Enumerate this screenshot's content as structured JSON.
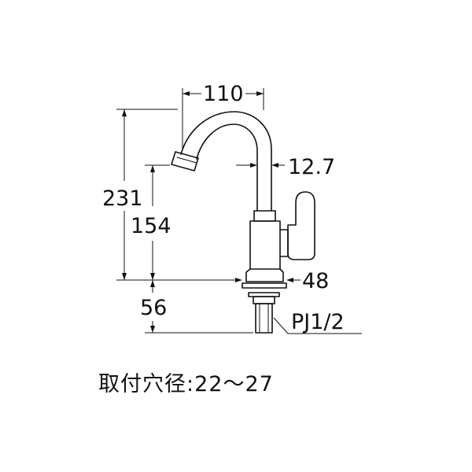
{
  "dimensions": {
    "spout_reach": "110",
    "spout_diameter": "12.7",
    "total_height": "231",
    "outlet_height": "154",
    "base_diameter": "48",
    "shank_length": "56",
    "thread": "PJ1/2"
  },
  "caption": {
    "label": "取付穴径",
    "separator": ":",
    "value": "22～27"
  }
}
